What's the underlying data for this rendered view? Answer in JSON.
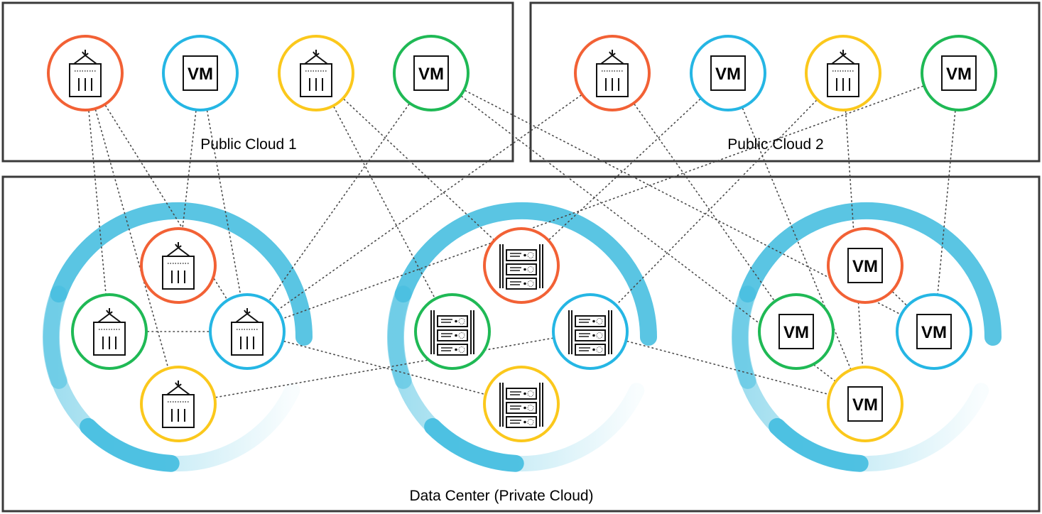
{
  "colors": {
    "red": "#f26135",
    "blue": "#25b6e4",
    "yellow": "#fbc81c",
    "green": "#1fb955",
    "ring": "#48bfe0",
    "box_stroke": "#3a3a3a",
    "link": "#4a4a4a"
  },
  "regions": {
    "public_cloud_1": {
      "label": "Public Cloud 1"
    },
    "public_cloud_2": {
      "label": "Public Cloud 2"
    },
    "data_center": {
      "label": "Data Center (Private Cloud)"
    }
  },
  "vm_label": "VM",
  "nodes": [
    {
      "id": "pc1-red",
      "icon": "container-icon",
      "color": "red"
    },
    {
      "id": "pc1-blue",
      "icon": "vm-icon",
      "color": "blue"
    },
    {
      "id": "pc1-yellow",
      "icon": "container-icon",
      "color": "yellow"
    },
    {
      "id": "pc1-green",
      "icon": "vm-icon",
      "color": "green"
    },
    {
      "id": "pc2-red",
      "icon": "container-icon",
      "color": "red"
    },
    {
      "id": "pc2-blue",
      "icon": "vm-icon",
      "color": "blue"
    },
    {
      "id": "pc2-yellow",
      "icon": "container-icon",
      "color": "yellow"
    },
    {
      "id": "pc2-green",
      "icon": "vm-icon",
      "color": "green"
    },
    {
      "id": "dc1-red",
      "icon": "container-icon",
      "color": "red"
    },
    {
      "id": "dc1-green",
      "icon": "container-icon",
      "color": "green"
    },
    {
      "id": "dc1-blue",
      "icon": "container-icon",
      "color": "blue"
    },
    {
      "id": "dc1-yellow",
      "icon": "container-icon",
      "color": "yellow"
    },
    {
      "id": "dc2-red",
      "icon": "server-icon",
      "color": "red"
    },
    {
      "id": "dc2-green",
      "icon": "server-icon",
      "color": "green"
    },
    {
      "id": "dc2-blue",
      "icon": "server-icon",
      "color": "blue"
    },
    {
      "id": "dc2-yellow",
      "icon": "server-icon",
      "color": "yellow"
    },
    {
      "id": "dc3-red",
      "icon": "vm-icon",
      "color": "red"
    },
    {
      "id": "dc3-green",
      "icon": "vm-icon",
      "color": "green"
    },
    {
      "id": "dc3-blue",
      "icon": "vm-icon",
      "color": "blue"
    },
    {
      "id": "dc3-yellow",
      "icon": "vm-icon",
      "color": "yellow"
    }
  ],
  "links": [
    [
      "pc1-red",
      "dc1-green"
    ],
    [
      "pc1-red",
      "dc1-blue"
    ],
    [
      "pc1-red",
      "dc1-yellow"
    ],
    [
      "pc1-blue",
      "dc1-red"
    ],
    [
      "pc1-blue",
      "dc1-blue"
    ],
    [
      "pc1-yellow",
      "dc2-red"
    ],
    [
      "pc1-yellow",
      "dc2-green"
    ],
    [
      "pc1-green",
      "dc1-blue"
    ],
    [
      "pc1-green",
      "dc3-blue"
    ],
    [
      "pc1-green",
      "dc3-yellow"
    ],
    [
      "pc2-red",
      "dc1-blue"
    ],
    [
      "pc2-red",
      "dc3-green"
    ],
    [
      "pc2-blue",
      "dc2-red"
    ],
    [
      "pc2-blue",
      "dc3-yellow"
    ],
    [
      "pc2-yellow",
      "dc2-blue"
    ],
    [
      "pc2-yellow",
      "dc3-yellow"
    ],
    [
      "pc2-green",
      "dc3-blue"
    ],
    [
      "pc2-green",
      "dc1-blue"
    ],
    [
      "dc1-green",
      "dc1-blue"
    ],
    [
      "dc1-yellow",
      "dc2-blue"
    ],
    [
      "dc1-blue",
      "dc2-yellow"
    ],
    [
      "dc2-blue",
      "dc3-yellow"
    ],
    [
      "dc3-red",
      "dc3-blue"
    ]
  ]
}
